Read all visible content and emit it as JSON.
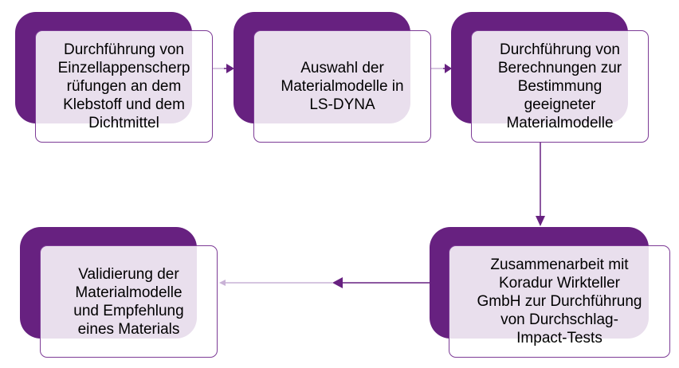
{
  "colors": {
    "accent_dark": "#672180",
    "accent_border": "#7d3b96",
    "connector_light": "#c9b2d6"
  },
  "diagram": {
    "step1": {
      "label": "Durchführung von\nEinzellappenscherp\nrüfungen an dem\nKlebstoff und dem\nDichtmittel"
    },
    "step2": {
      "label": "Auswahl der\nMaterialmodelle in\nLS-DYNA"
    },
    "step3": {
      "label": "Durchführung von\nBerechnungen zur\nBestimmung\ngeeigneter\nMaterialmodelle"
    },
    "step4": {
      "label": "Zusammenarbeit mit\nKoradur Wirkteller\nGmbH zur Durchführung\nvon Durchschlag-\nImpact-Tests"
    },
    "step5": {
      "label": "Validierung der\nMaterialmodelle\nund Empfehlung\neines Materials"
    }
  }
}
